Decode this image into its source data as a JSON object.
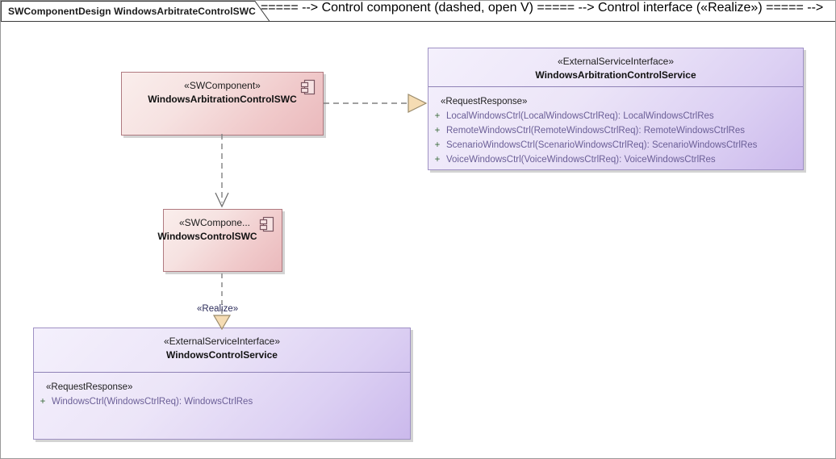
{
  "frame": {
    "title": "SWComponentDesign WindowsArbitrateControlSWC"
  },
  "nodes": {
    "arbitration_component": {
      "stereotype": "«SWComponent»",
      "name": "WindowsArbitrationControlSWC",
      "icon": "uml-component-icon",
      "fill_from": "#faeeec",
      "fill_to": "#eab9bc",
      "border": "#b07a80"
    },
    "control_component": {
      "stereotype": "«SWCompone...",
      "name": "WindowsControlSWC",
      "icon": "uml-component-icon",
      "fill_from": "#faeeec",
      "fill_to": "#eab9bc",
      "border": "#b07a80"
    },
    "arbitration_interface": {
      "stereotype": "«ExternalServiceInterface»",
      "name": "WindowsArbitrationControlService",
      "group_label": "«RequestResponse»",
      "operations": [
        {
          "visibility": "+",
          "signature": "LocalWindowsCtrl(LocalWindowsCtrlReq): LocalWindowsCtrlRes"
        },
        {
          "visibility": "+",
          "signature": "RemoteWindowsCtrl(RemoteWindowsCtrlReq): RemoteWindowsCtrlRes"
        },
        {
          "visibility": "+",
          "signature": "ScenarioWindowsCtrl(ScenarioWindowsCtrlReq): ScenarioWindowsCtrlRes"
        },
        {
          "visibility": "+",
          "signature": "VoiceWindowsCtrl(VoiceWindowsCtrlReq): VoiceWindowsCtrlRes"
        }
      ],
      "fill_from": "#f4f0fc",
      "fill_to": "#cbb9ec",
      "border": "#9f91c4"
    },
    "control_interface": {
      "stereotype": "«ExternalServiceInterface»",
      "name": "WindowsControlService",
      "group_label": "«RequestResponse»",
      "operations": [
        {
          "visibility": "+",
          "signature": "WindowsCtrl(WindowsCtrlReq): WindowsCtrlRes"
        }
      ],
      "fill_from": "#f4f0fc",
      "fill_to": "#cbb9ec",
      "border": "#9f91c4"
    }
  },
  "connectors": {
    "realization_right": {
      "label": "",
      "style": "dashed",
      "arrow": "hollow-triangle"
    },
    "dependency_down": {
      "label": "",
      "style": "dashed",
      "arrow": "open-v"
    },
    "realize_down": {
      "label": "«Realize»",
      "style": "dashed",
      "arrow": "hollow-triangle"
    }
  },
  "colors": {
    "line": "#808080",
    "arrow_fill": "#f5dcb3",
    "arrow_stroke": "#9a8a6a",
    "component_accent": "#b07a80",
    "interface_accent": "#9f91c4"
  }
}
